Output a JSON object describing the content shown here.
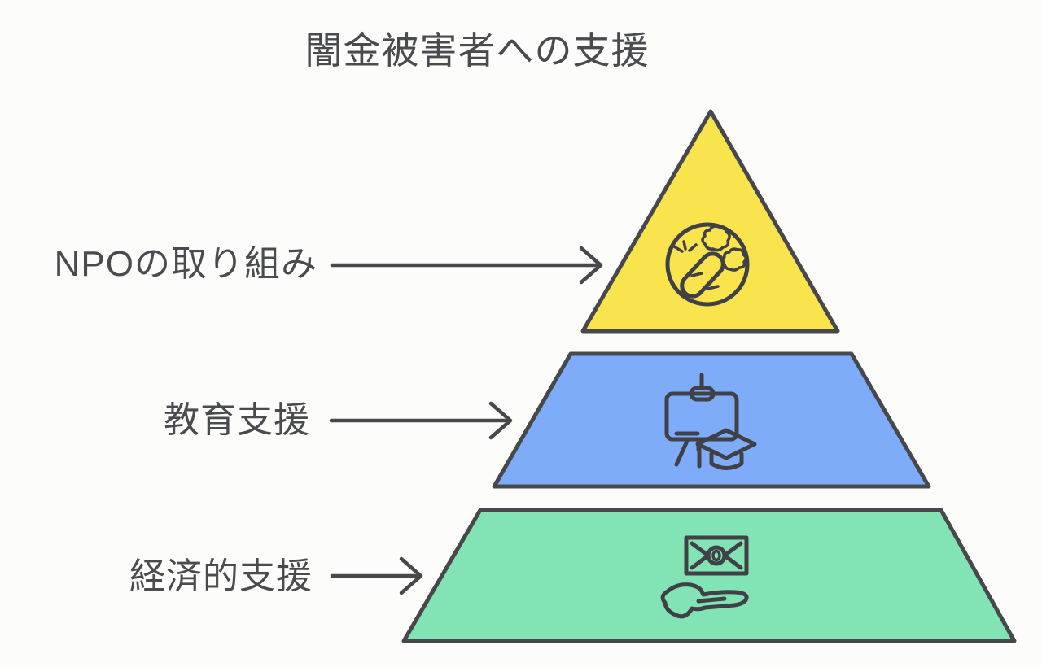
{
  "title": "闇金被害者への支援",
  "diagram": {
    "type": "pyramid",
    "levels": [
      {
        "label": "NPOの取り組み",
        "position": "top",
        "icon": "vegetables-icon",
        "color": "#F9E44E"
      },
      {
        "label": "教育支援",
        "position": "middle",
        "icon": "education-presentation-icon",
        "color": "#7FACF8"
      },
      {
        "label": "経済的支援",
        "position": "bottom",
        "icon": "money-in-hand-icon",
        "color": "#82E4B4"
      }
    ]
  },
  "colors": {
    "background": "#FCFCFA",
    "stroke": "#47484C",
    "icon_stroke": "#3F4146",
    "text": "#4A4B4E",
    "level1": "#F9E44E",
    "level2": "#7FACF8",
    "level3": "#82E4B4"
  }
}
